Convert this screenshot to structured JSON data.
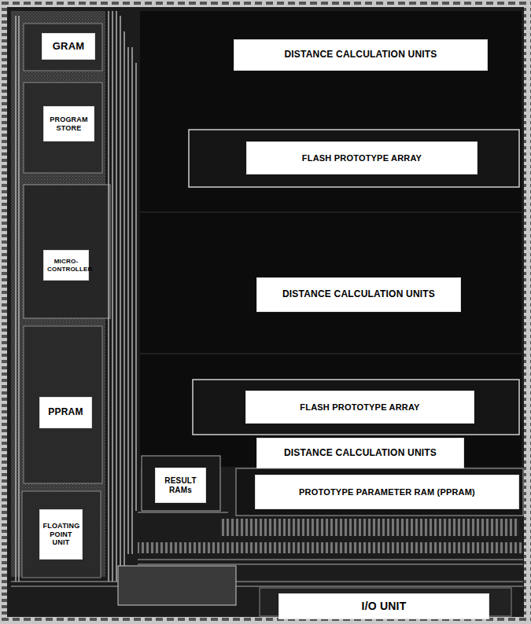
{
  "diagram": {
    "nodes": [
      {
        "text": [
          "GRAM"
        ]
      },
      {
        "text": [
          "PROGRAM STORE"
        ]
      },
      {
        "text": [
          "DISTANCE CALCULATION UNITS"
        ]
      },
      {
        "text": [
          "FLASH PROTOTYPE ARRAY"
        ]
      },
      {
        "text": [
          "MICRO-CONTROLLER"
        ]
      },
      {
        "text": [
          "DISTANCE CALCULATION UNITS"
        ]
      },
      {
        "text": [
          "FLASH PROTOTYPE ARRAY"
        ]
      },
      {
        "text": [
          "PPRAM"
        ]
      },
      {
        "text": [
          "DISTANCE CALCULATION UNITS"
        ]
      },
      {
        "text": [
          "RESULT RAMs"
        ]
      },
      {
        "text": [
          "PROTOTYPE PARAMETER RAM (PPRAM)"
        ]
      },
      {
        "text": [
          "FLOATING POINT UNIT"
        ]
      },
      {
        "text": [
          "I/O UNIT"
        ]
      }
    ]
  }
}
